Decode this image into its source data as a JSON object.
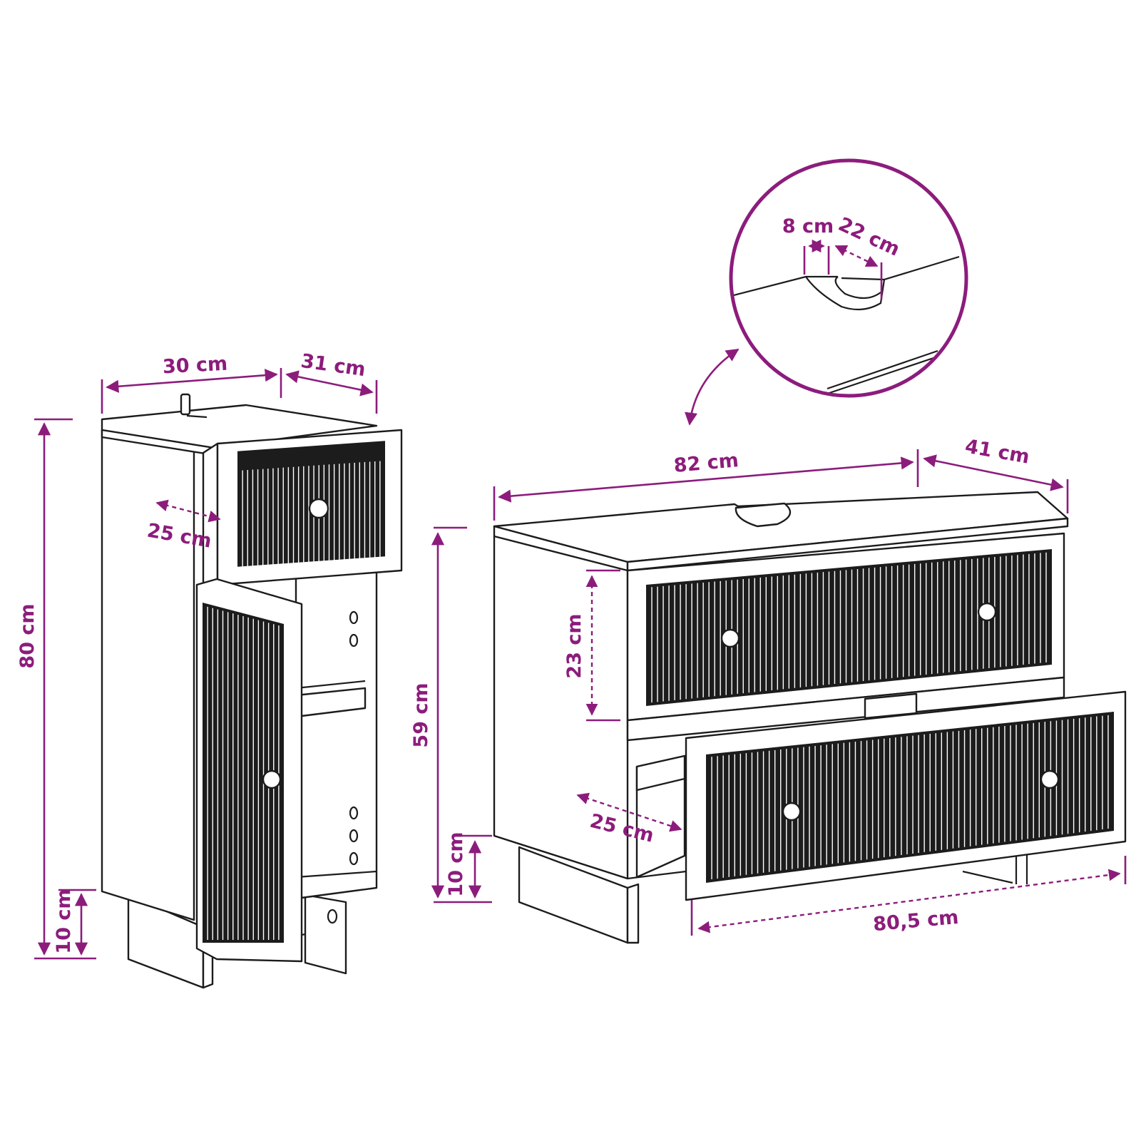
{
  "colors": {
    "accent": "#8c1c7c",
    "line": "#1c1c1c",
    "background": "#ffffff"
  },
  "side_cabinet": {
    "width_label": "30 cm",
    "depth_label": "31 cm",
    "height_label": "80 cm",
    "inner_depth_label": "25 cm",
    "leg_height_label": "10 cm"
  },
  "vanity": {
    "width_label": "82 cm",
    "depth_label": "41 cm",
    "height_label": "59 cm",
    "drawer_height_label": "23 cm",
    "inner_depth_label": "25 cm",
    "leg_height_label": "10 cm",
    "drawer_width_label": "80,5 cm"
  },
  "cutout_detail": {
    "width_label": "8 cm",
    "depth_label": "22 cm"
  }
}
